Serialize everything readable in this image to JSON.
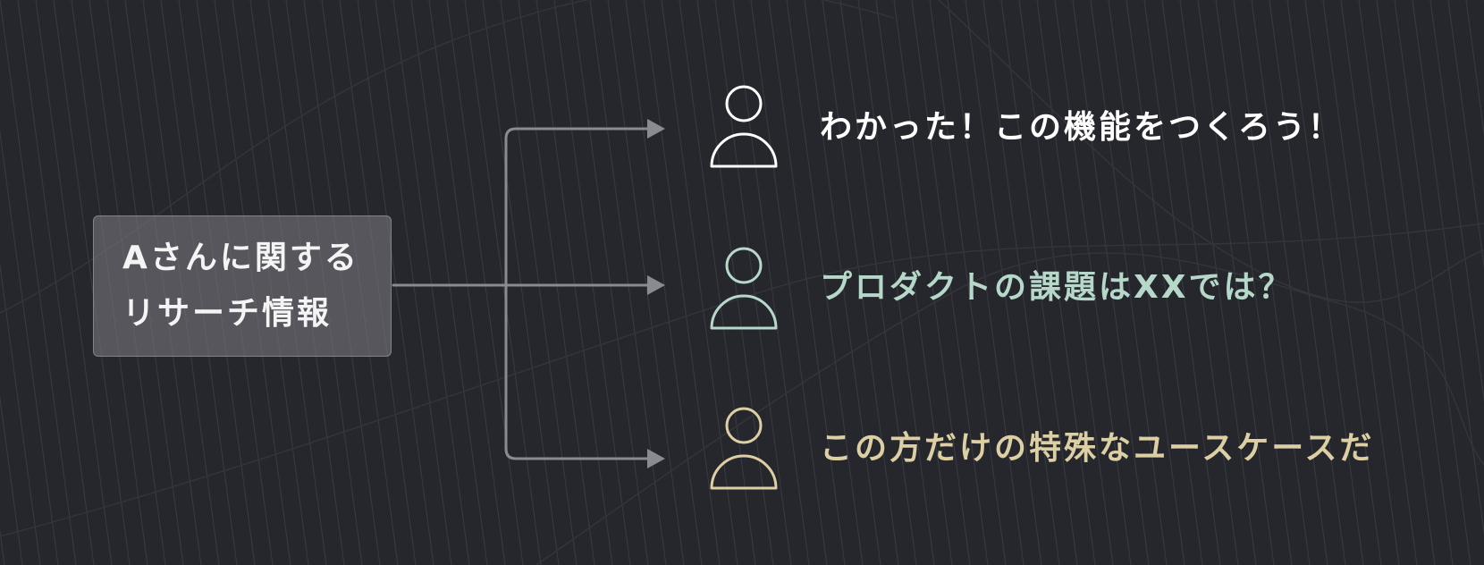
{
  "source": {
    "line1": "Aさんに関する",
    "line2": "リサーチ情報"
  },
  "people": [
    {
      "opinion": "わかった！この機能をつくろう！",
      "color": "#ffffff"
    },
    {
      "opinion": "プロダクトの課題はXXでは？",
      "color": "#b6d8c9"
    },
    {
      "opinion": "この方だけの特殊なユースケースだ",
      "color": "#dccfa4"
    }
  ],
  "colors": {
    "background": "#26272d",
    "connector": "#8a8b90"
  }
}
